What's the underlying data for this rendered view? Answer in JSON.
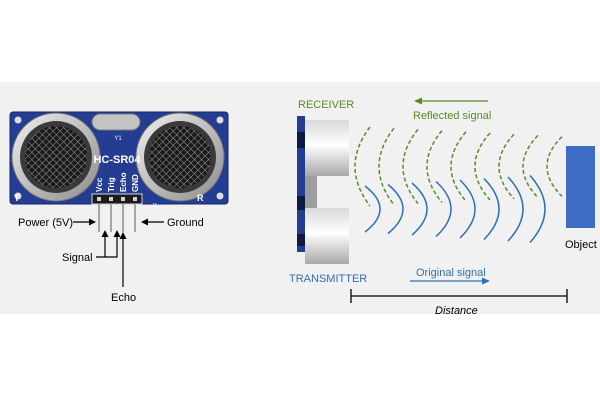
{
  "module": {
    "model": "HC-SR04",
    "crystal": "Y1",
    "jumper": "J1",
    "left_corner": "T",
    "right_corner": "R",
    "pins": [
      "Vcc",
      "Trig",
      "Echo",
      "GND"
    ]
  },
  "labels": {
    "power": "Power (5V)",
    "ground": "Ground",
    "signal": "Signal",
    "echo": "Echo",
    "receiver": "RECEIVER",
    "reflected_signal": "Reflected signal",
    "transmitter": "TRANSMITTER",
    "original_signal": "Original signal",
    "object": "Object",
    "distance": "Distance"
  },
  "colors": {
    "board": "#243c92",
    "receiver": "#5b8a2a",
    "transmitter": "#2f6fb5",
    "object": "#3d6cc4",
    "background_band": "#f1f1f1"
  }
}
